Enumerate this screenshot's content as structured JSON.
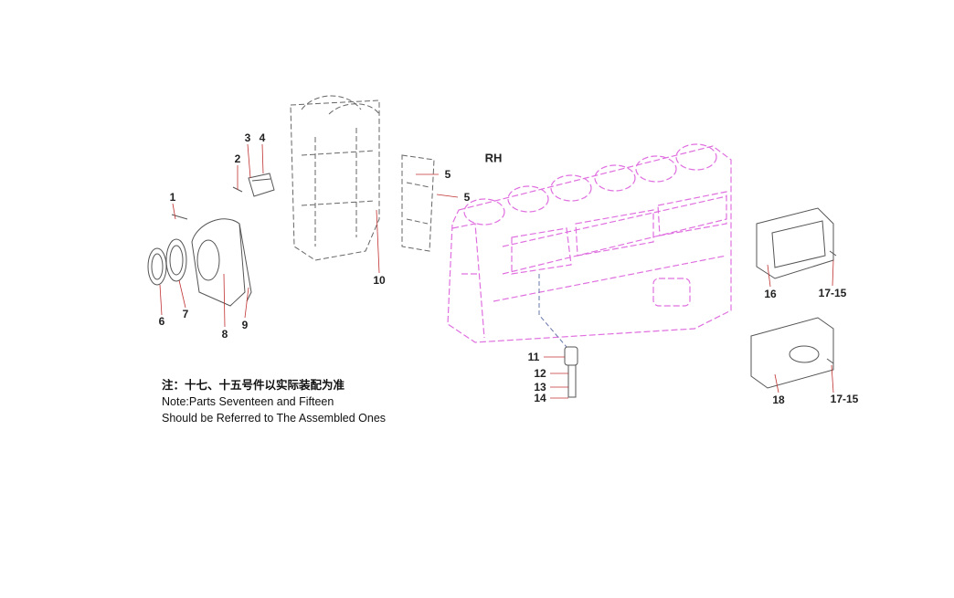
{
  "view_label": "RH",
  "callouts": [
    "1",
    "2",
    "3",
    "4",
    "5",
    "5",
    "6",
    "7",
    "8",
    "9",
    "10",
    "11",
    "12",
    "13",
    "14",
    "16",
    "17-15",
    "18",
    "17-15"
  ],
  "note": {
    "chinese": "注：十七、十五号件以实际装配为准",
    "english_line1": "Note:Parts Seventeen and Fifteen",
    "english_line2": "Should be Referred to The Assembled Ones"
  },
  "colors": {
    "block": "#e070e0",
    "parts": "#555555",
    "leader": "#c03030",
    "text": "#222222"
  }
}
